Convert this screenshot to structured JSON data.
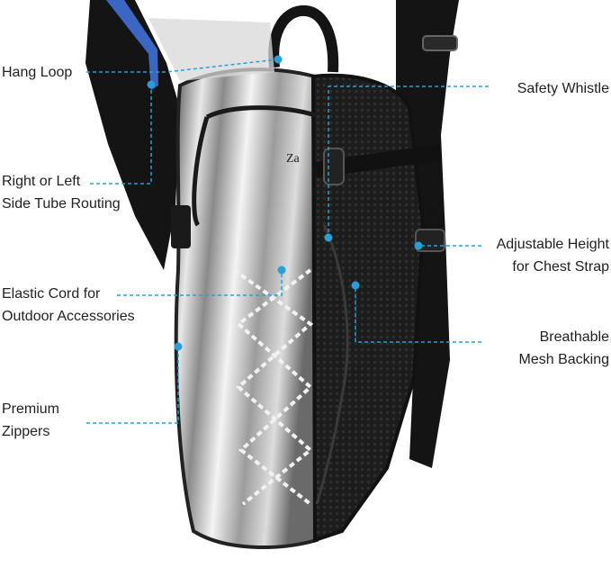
{
  "colors": {
    "callout": "#2a9fd6",
    "bag_dark": "#141414",
    "mesh": "#262626",
    "metallic": "#b8b8b8",
    "metallic_light": "#eeeeee",
    "tube": "#3f6fd4"
  },
  "callouts": {
    "hang_loop": {
      "line1": "Hang Loop"
    },
    "side_tube": {
      "line1": "Right or Left",
      "line2": "Side Tube Routing"
    },
    "elastic_cord": {
      "line1": "Elastic Cord for",
      "line2": "Outdoor Accessories"
    },
    "zippers": {
      "line1": "Premium",
      "line2": "Zippers"
    },
    "whistle": {
      "line1": "Safety Whistle"
    },
    "chest_strap": {
      "line1": "Adjustable Height",
      "line2": "for Chest Strap"
    },
    "mesh_backing": {
      "line1": "Breathable",
      "line2": "Mesh Backing"
    }
  },
  "brand_mark": {
    "text": "Za"
  }
}
